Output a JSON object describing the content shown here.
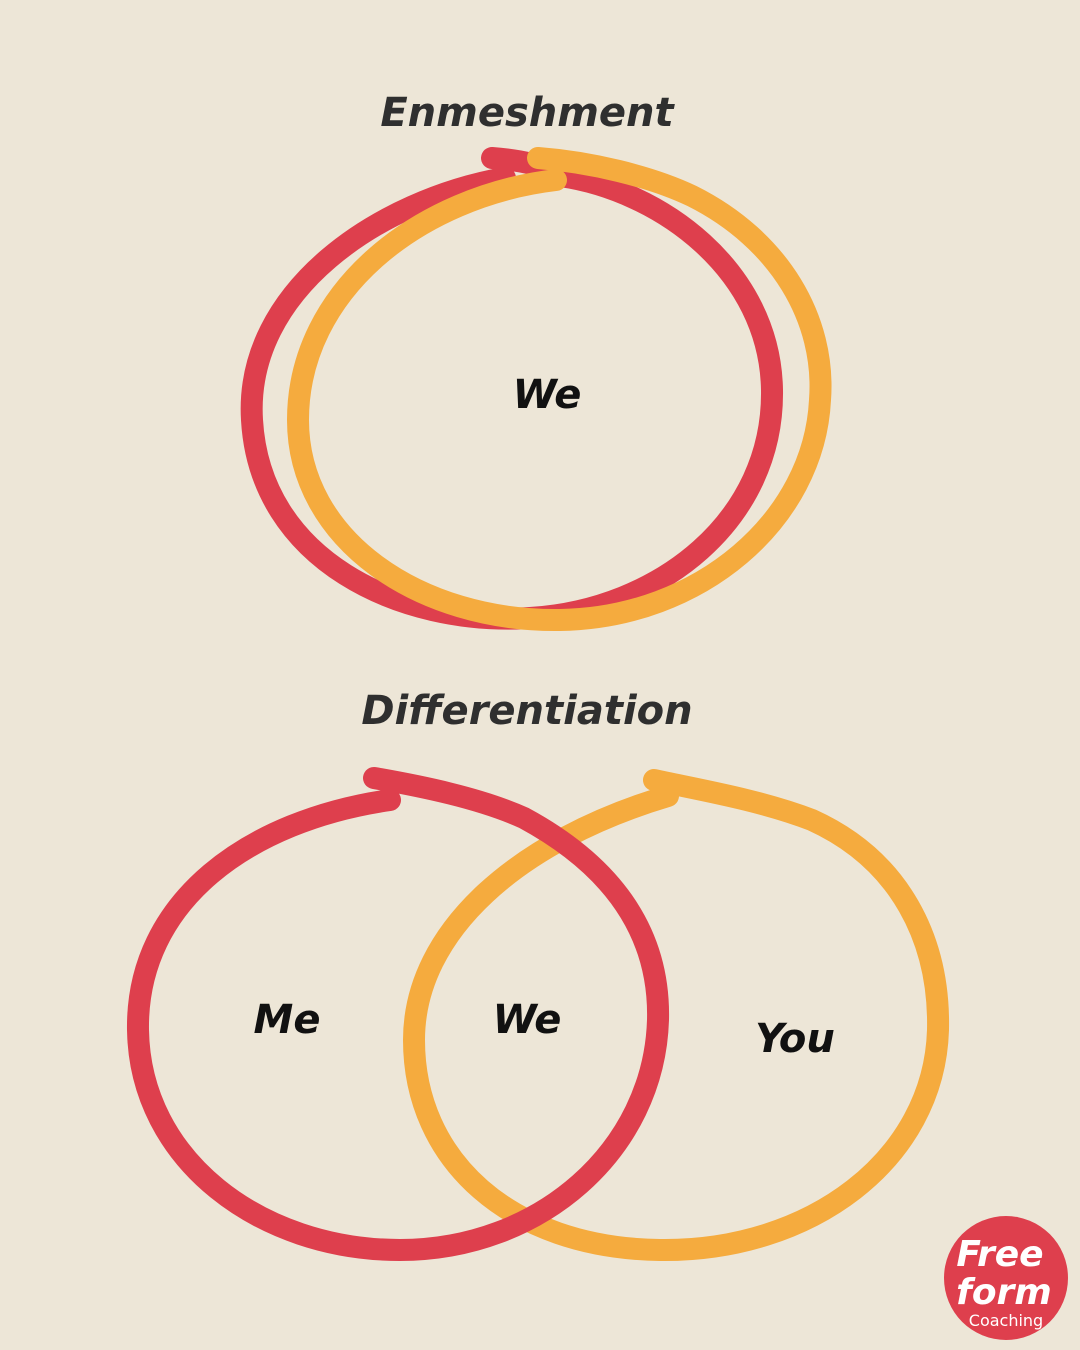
{
  "colors": {
    "background": "#EDE6D7",
    "me_circle": "#DE3F4D",
    "you_circle": "#F5AB3E",
    "text": "#111111",
    "heading": "#2F2F2F"
  },
  "enmeshment": {
    "title": "Enmeshment",
    "center_label": "We"
  },
  "differentiation": {
    "title": "Differentiation",
    "left_label": "Me",
    "overlap_label": "We",
    "right_label": "You"
  },
  "logo": {
    "line1": "Free",
    "line2": "form",
    "line3": "Coaching"
  }
}
